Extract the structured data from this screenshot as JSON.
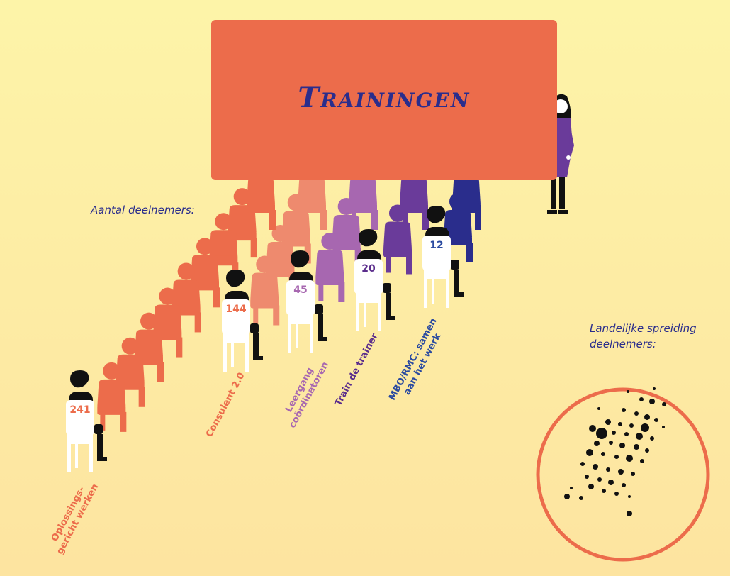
{
  "board": {
    "title": "Trainingen"
  },
  "labels": {
    "participants_heading": "Aantal deelnemers:",
    "distribution_line1": "Landelijke spreiding",
    "distribution_line2": "deelnemers:"
  },
  "trainings": [
    {
      "name_line1": "Oplossings-",
      "name_line2": "gericht werken",
      "count": "241",
      "color": "#ec6c4b",
      "label_color": "#ec6c4b"
    },
    {
      "name_line1": "Consulent 2.0",
      "name_line2": "",
      "count": "144",
      "color": "#ee8a6e",
      "label_color": "#ec6c4b"
    },
    {
      "name_line1": "Leergang",
      "name_line2": "coördinatoren",
      "count": "45",
      "color": "#a767b0",
      "label_color": "#a767b0"
    },
    {
      "name_line1": "Train de trainer",
      "name_line2": "",
      "count": "20",
      "color": "#6a3b9a",
      "label_color": "#5b2d8c"
    },
    {
      "name_line1": "MBO/RMC: samen",
      "name_line2": "aan het werk",
      "count": "12",
      "color": "#2a2d8c",
      "label_color": "#2a4aa0"
    }
  ],
  "colors": {
    "background_top": "#fdf4a8",
    "background_bottom": "#fde9a2",
    "board": "#ec6c4b",
    "heading_text": "#2a2d8c",
    "teacher": "#6a3b9a",
    "map_circle": "#ec6c4b"
  },
  "icons": [
    "teacher-figure",
    "seated-person-icon",
    "netherlands-map-dots"
  ]
}
